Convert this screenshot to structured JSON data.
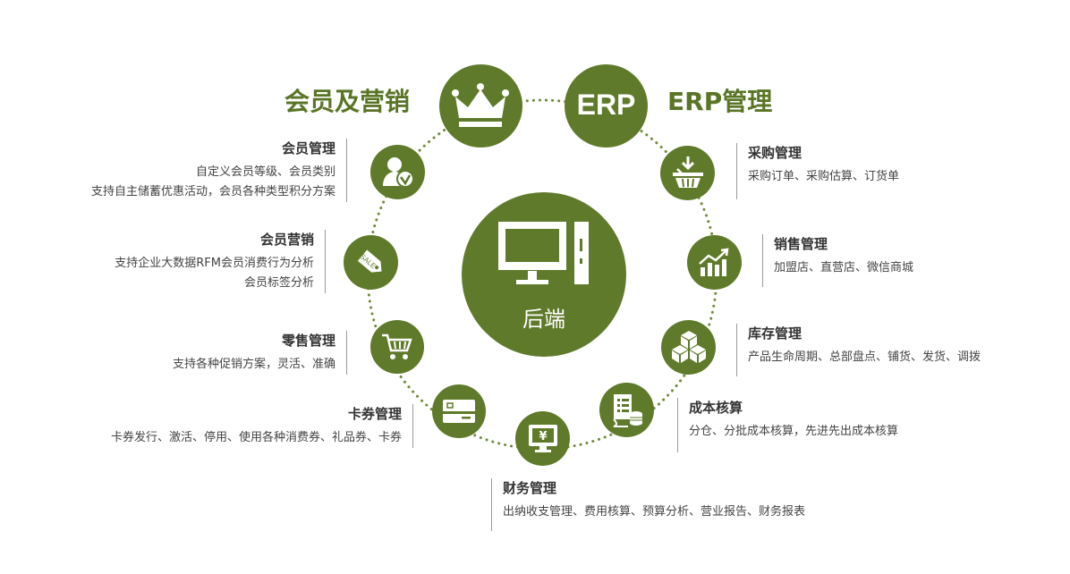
{
  "center": {
    "label": "后端",
    "icon": "monitor-icon"
  },
  "headers": {
    "left": {
      "title": "会员及营销",
      "icon": "crown-icon"
    },
    "right": {
      "title": "ERP管理",
      "badge": "ERP"
    }
  },
  "modules": {
    "member_mgmt": {
      "title": "会员管理",
      "lines": [
        "自定义会员等级、会员类别",
        "支持自主储蓄优惠活动，会员各种类型积分方案"
      ],
      "icon": "member-check-icon"
    },
    "member_marketing": {
      "title": "会员营销",
      "lines": [
        "支持企业大数据RFM会员消费行为分析",
        "会员标签分析"
      ],
      "icon": "sale-tag-icon",
      "tag_text": "SALE"
    },
    "retail_mgmt": {
      "title": "零售管理",
      "lines": [
        "支持各种促销方案，灵活、准确"
      ],
      "icon": "shopping-cart-icon"
    },
    "coupon_mgmt": {
      "title": "卡券管理",
      "lines": [
        "卡券发行、激活、停用、使用各种消费券、礼品券、卡券"
      ],
      "icon": "card-icon"
    },
    "finance_mgmt": {
      "title": "财务管理",
      "lines": [
        "出纳收支管理、费用核算、预算分析、营业报告、财务报表"
      ],
      "icon": "yen-monitor-icon",
      "symbol": "¥"
    },
    "purchase_mgmt": {
      "title": "采购管理",
      "lines": [
        "采购订单、采购估算、订货单"
      ],
      "icon": "basket-icon"
    },
    "sales_mgmt": {
      "title": "销售管理",
      "lines": [
        "加盟店、直营店、微信商城"
      ],
      "icon": "growth-chart-icon"
    },
    "inventory_mgmt": {
      "title": "库存管理",
      "lines": [
        "产品生命周期、总部盘点、铺货、发货、调拨"
      ],
      "icon": "boxes-icon"
    },
    "cost_accounting": {
      "title": "成本核算",
      "lines": [
        "分仓、分批成本核算，先进先出成本核算"
      ],
      "icon": "ledger-coins-icon"
    }
  },
  "colors": {
    "accent": "#5f7a2a",
    "title_green": "#5a7526",
    "dots": "#6f8a3a"
  }
}
